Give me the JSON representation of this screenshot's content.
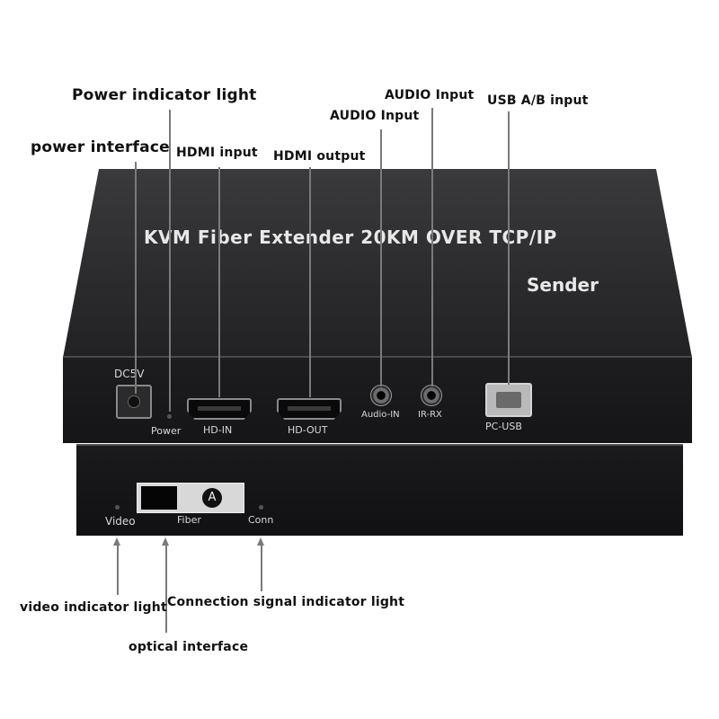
{
  "device": {
    "title": "KVM Fiber Extender 20KM OVER TCP/IP",
    "subtitle": "Sender",
    "ports": {
      "dc": "DC5V",
      "power": "Power",
      "hd_in": "HD-IN",
      "hd_out": "HD-OUT",
      "audio_in": "Audio-IN",
      "ir_rx": "IR-RX",
      "pc_usb": "PC-USB",
      "video": "Video",
      "fiber": "Fiber",
      "fiber_badge": "A",
      "conn": "Conn"
    }
  },
  "callouts": {
    "power_indicator": "Power indicator light",
    "power_interface": "power interface",
    "hdmi_input": "HDMI input",
    "hdmi_output": "HDMI output",
    "audio_input_1": "AUDIO Input",
    "audio_input_2": "AUDIO Input",
    "usb_ab_input": "USB A/B input",
    "video_indicator": "video indicator light",
    "connection_indicator": "Connection signal indicator light",
    "optical_interface": "optical interface"
  },
  "colors": {
    "background": "#ffffff",
    "device_body": "#1d1d1f",
    "leader_line": "#7a7a7a"
  }
}
